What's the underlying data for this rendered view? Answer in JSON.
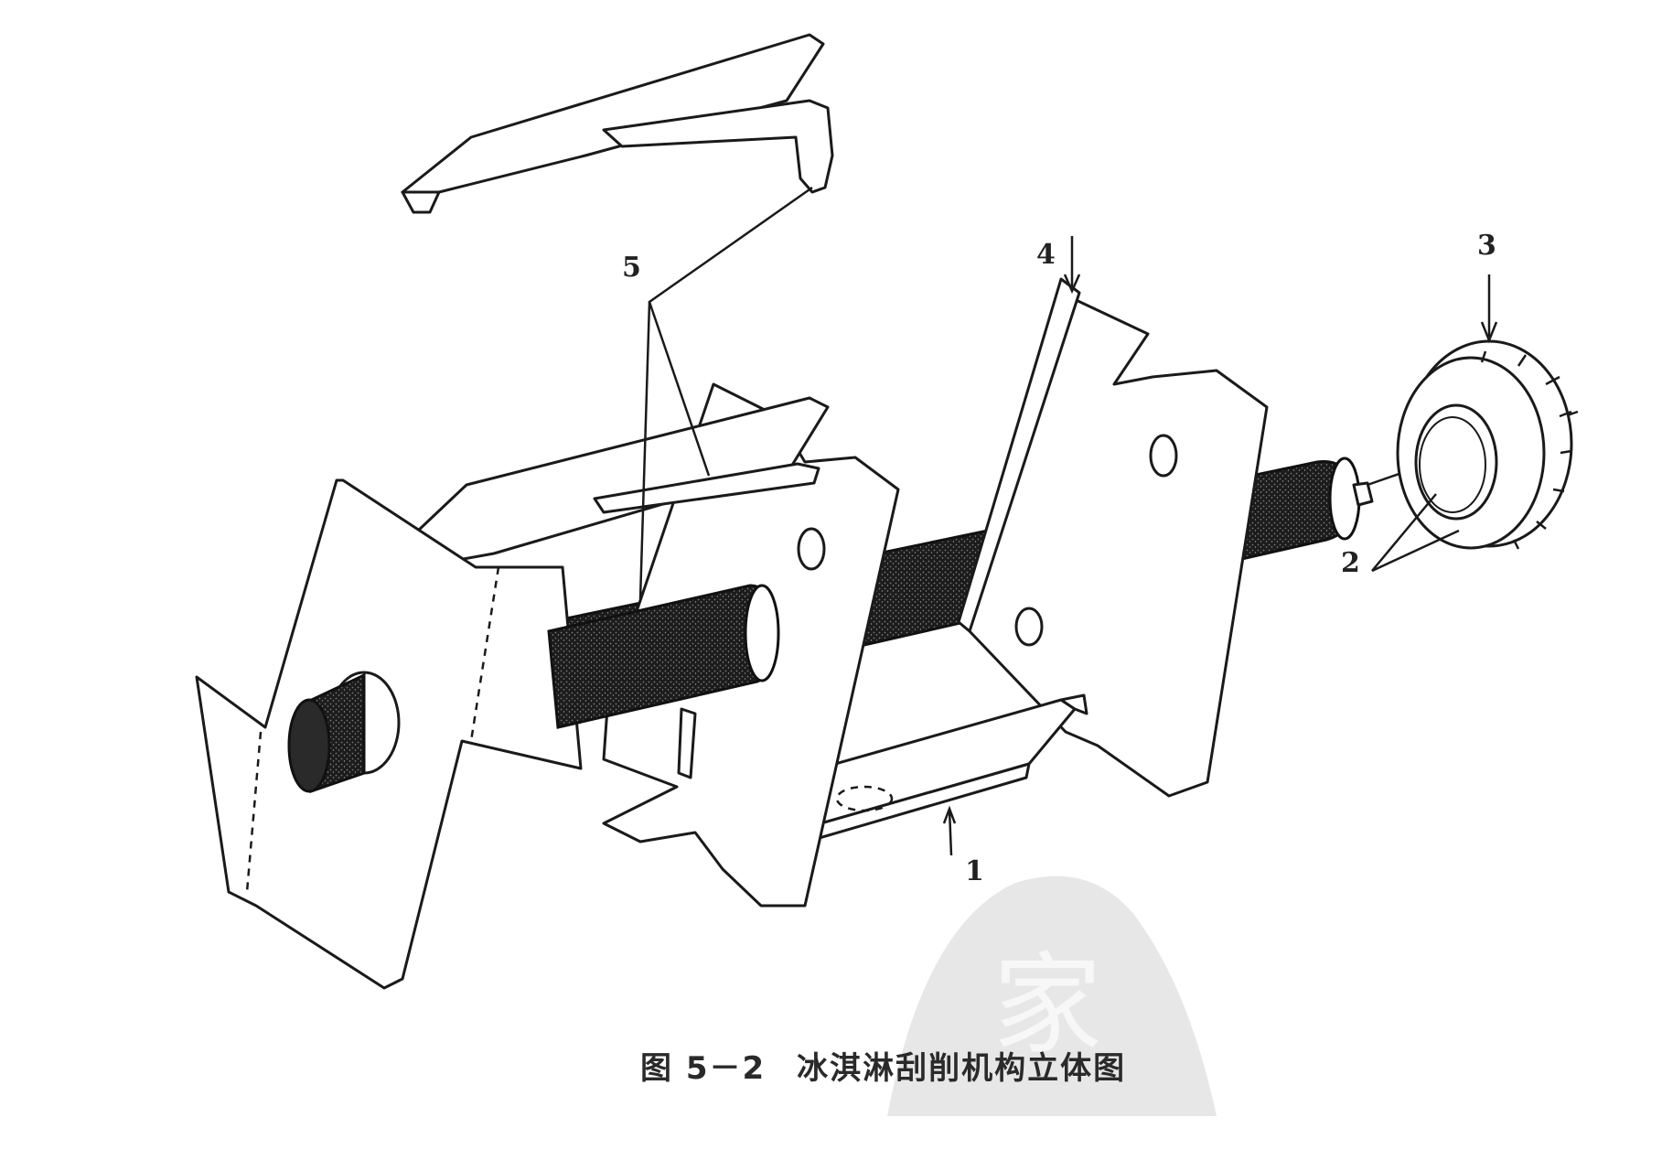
{
  "figure": {
    "caption_number": "图 5－2",
    "caption_title": "冰淇淋刮削机构立体图"
  },
  "labels": {
    "part_1": "1",
    "part_2": "2",
    "part_3": "3",
    "part_4": "4",
    "part_5": "5"
  },
  "watermark": {
    "glyph": "家"
  }
}
